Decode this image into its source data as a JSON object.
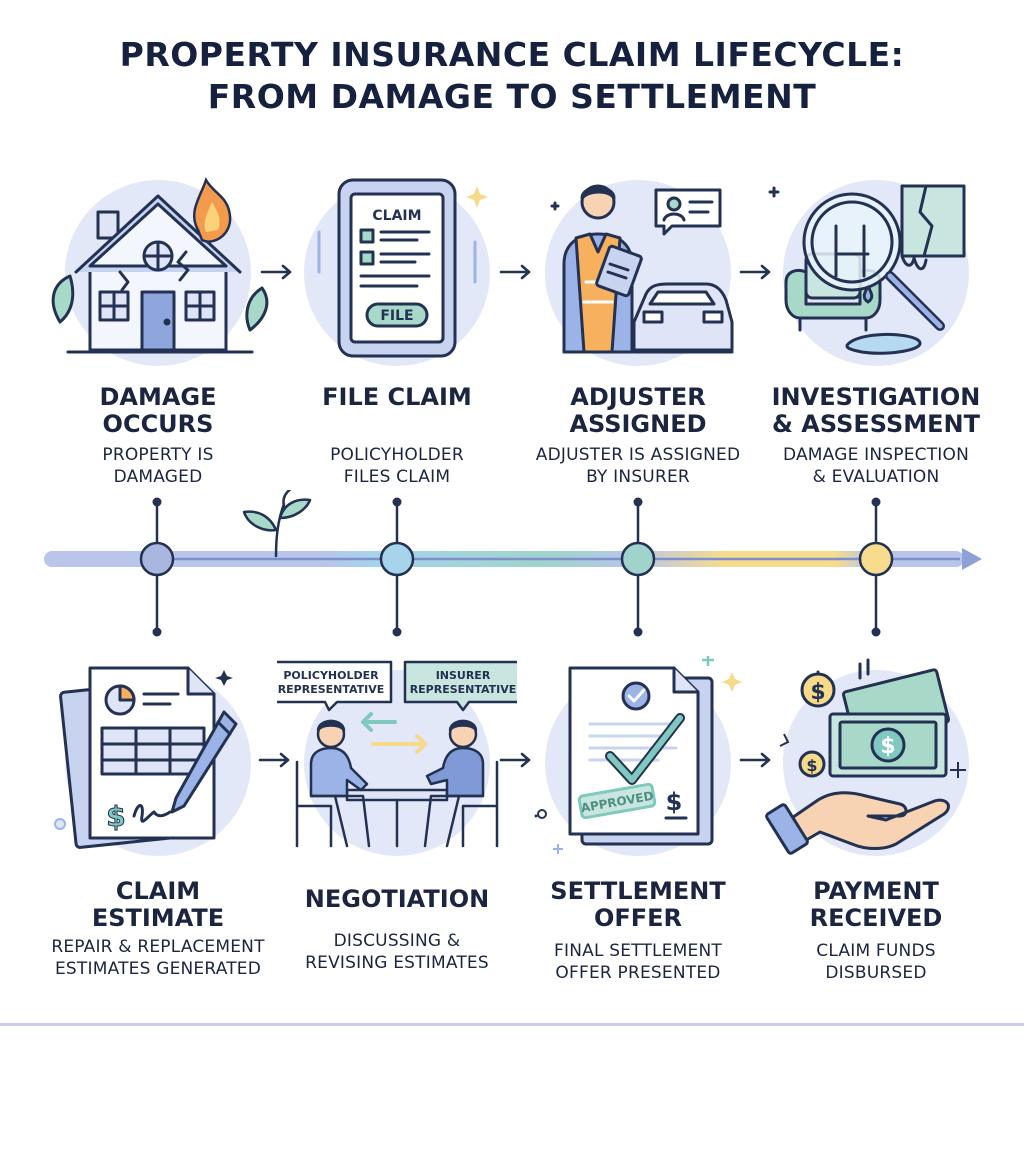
{
  "title": {
    "line1": "PROPERTY INSURANCE CLAIM LIFECYCLE:",
    "line2": "FROM DAMAGE TO SETTLEMENT"
  },
  "stages_top": [
    {
      "title_l1": "DAMAGE",
      "title_l2": "OCCURS",
      "desc_l1": "PROPERTY IS",
      "desc_l2": "DAMAGED",
      "icon": "burning-house-icon",
      "color": "#a9b6e0"
    },
    {
      "title_l1": "FILE CLAIM",
      "title_l2": "",
      "desc_l1": "POLICYHOLDER",
      "desc_l2": "FILES CLAIM",
      "icon": "tablet-claim-icon",
      "color": "#a6d4ea",
      "tablet_header": "CLAIM",
      "tablet_button": "FILE"
    },
    {
      "title_l1": "ADJUSTER",
      "title_l2": "ASSIGNED",
      "desc_l1": "ADJUSTER IS ASSIGNED",
      "desc_l2": "BY INSURER",
      "icon": "adjuster-icon",
      "color": "#9fd3cc"
    },
    {
      "title_l1": "INVESTIGATION",
      "title_l2": "& ASSESSMENT",
      "desc_l1": "DAMAGE INSPECTION",
      "desc_l2": "& EVALUATION",
      "icon": "magnifier-inspection-icon",
      "color": "#f6dc8c"
    }
  ],
  "stages_bottom": [
    {
      "title_l1": "CLAIM",
      "title_l2": "ESTIMATE",
      "desc_l1": "REPAIR & REPLACEMENT",
      "desc_l2": "ESTIMATES GENERATED",
      "icon": "estimate-document-icon"
    },
    {
      "title_l1": "NEGOTIATION",
      "title_l2": "",
      "desc_l1": "DISCUSSING &",
      "desc_l2": "REVISING ESTIMATES",
      "icon": "negotiation-table-icon",
      "bubble_left_l1": "POLICYHOLDER",
      "bubble_left_l2": "REPRESENTATIVE",
      "bubble_right_l1": "INSURER",
      "bubble_right_l2": "REPRESENTATIVE"
    },
    {
      "title_l1": "SETTLEMENT",
      "title_l2": "OFFER",
      "desc_l1": "FINAL SETTLEMENT",
      "desc_l2": "OFFER PRESENTED",
      "icon": "approved-document-icon",
      "stamp": "APPROVED"
    },
    {
      "title_l1": "PAYMENT",
      "title_l2": "RECEIVED",
      "desc_l1": "CLAIM FUNDS",
      "desc_l2": "DISBURSED",
      "icon": "cash-hand-icon"
    }
  ],
  "colors": {
    "outline": "#233152",
    "circle_bg": "#e3e8f8",
    "teal": "#7fc9be",
    "blue": "#9bb3e6",
    "yellow": "#f7d98a",
    "orange": "#f49a4d"
  }
}
